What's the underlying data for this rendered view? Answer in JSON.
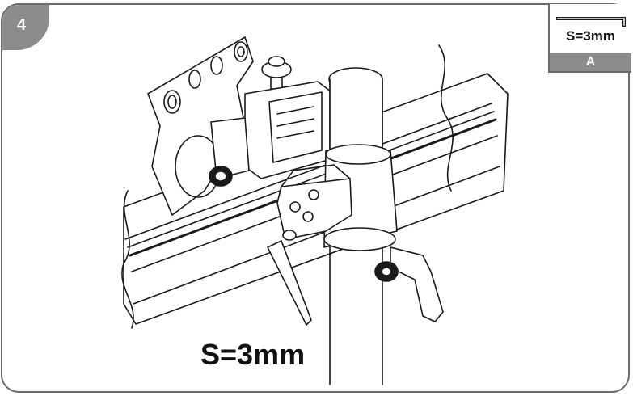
{
  "step": {
    "number": "4"
  },
  "tool_legend": {
    "size": "S=3mm",
    "letter": "A",
    "icon": "hex-key-icon"
  },
  "callout": {
    "text": "S=3mm"
  },
  "colors": {
    "badge": "#8c8c8c",
    "border": "#6b6b6b",
    "line": "#1a1a1a"
  }
}
